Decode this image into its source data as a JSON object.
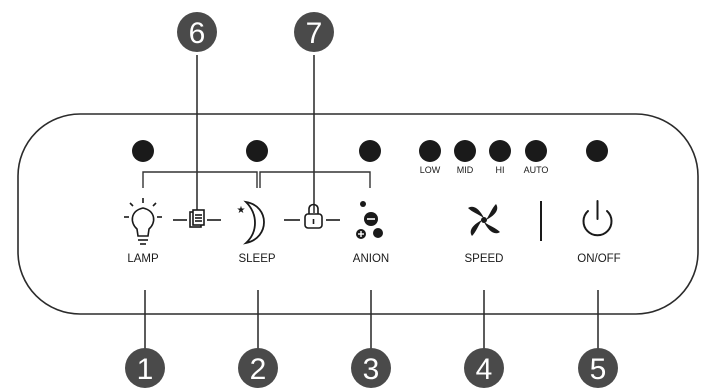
{
  "callouts": {
    "top": [
      "6",
      "7"
    ],
    "bottom": [
      "1",
      "2",
      "3",
      "4",
      "5"
    ]
  },
  "buttons": {
    "lamp": "LAMP",
    "sleep": "SLEEP",
    "anion": "ANION",
    "speed": "SPEED",
    "onoff": "ON/OFF"
  },
  "speed_levels": [
    "LOW",
    "MID",
    "HI",
    "AUTO"
  ],
  "icons": {
    "lamp": "lightbulb-icon",
    "filter": "filter-reset-icon",
    "sleep": "moon-star-icon",
    "lock": "child-lock-icon",
    "anion": "anion-icon",
    "speed": "fan-icon",
    "power": "power-icon"
  },
  "colors": {
    "ink": "#1a1a1a",
    "callout_fill": "#4a4a4a",
    "callout_text": "#ffffff",
    "panel_stroke": "#2b2b2b"
  }
}
